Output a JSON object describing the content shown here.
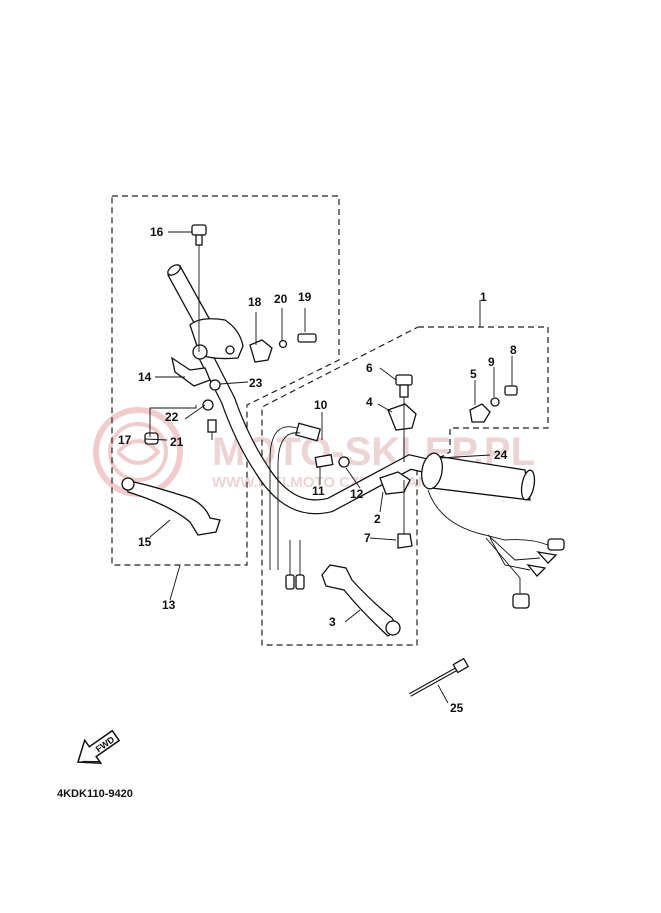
{
  "diagram_code": "4KDK110-9420",
  "watermark": {
    "main": "MOTO-SKLEP.PL",
    "sub": "WWW.HIFI.MOTO CZĘŚCI YAMAHA"
  },
  "fwd_arrow": {
    "label": "FWD",
    "icon": "fwd-arrow-icon"
  },
  "callouts": [
    "1",
    "2",
    "3",
    "4",
    "5",
    "6",
    "7",
    "8",
    "9",
    "10",
    "11",
    "12",
    "13",
    "14",
    "15",
    "16",
    "17",
    "18",
    "19",
    "20",
    "21",
    "22",
    "23",
    "24",
    "25"
  ]
}
